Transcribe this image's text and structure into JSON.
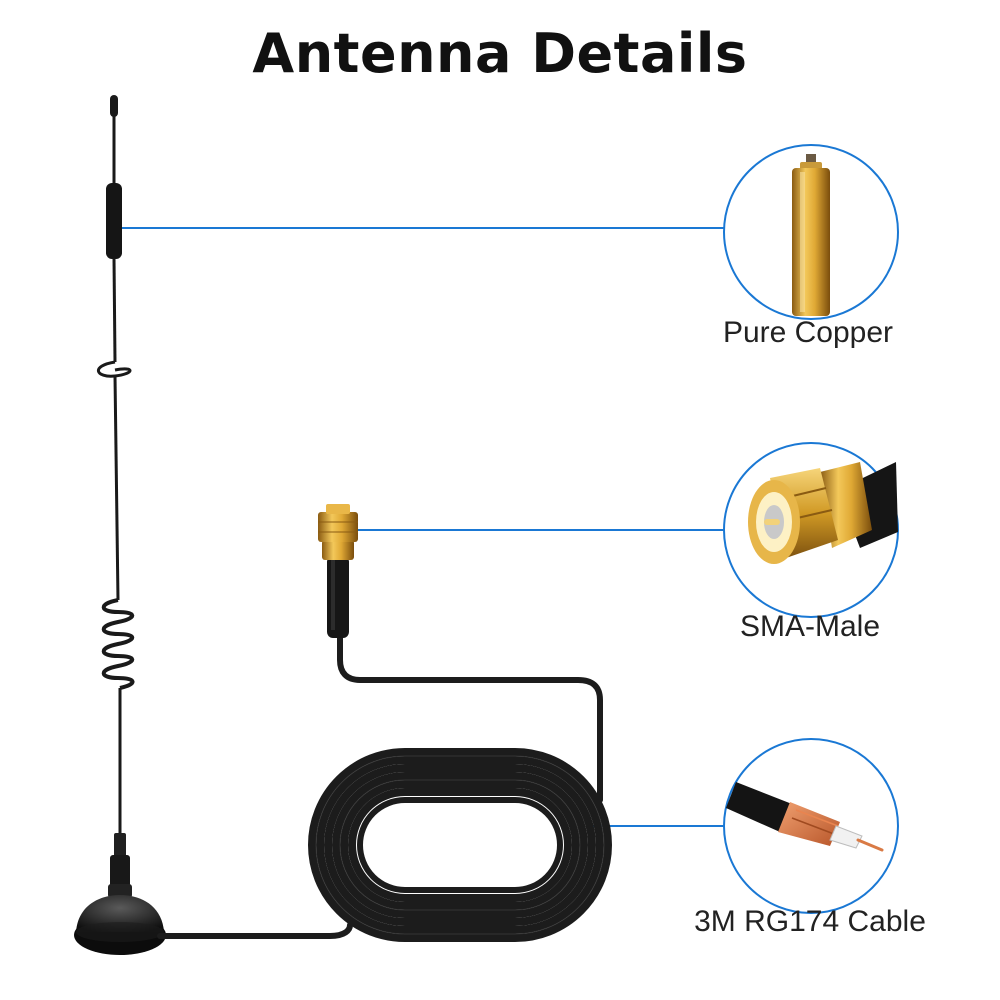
{
  "title": "Antenna Details",
  "callouts": [
    {
      "label": "Pure Copper",
      "icon": "copper-element-icon"
    },
    {
      "label": "SMA-Male",
      "icon": "sma-male-connector-icon"
    },
    {
      "label": "3M RG174 Cable",
      "icon": "rg174-cable-cross-section-icon"
    }
  ],
  "colors": {
    "accent_line": "#1a78d4",
    "circle_stroke": "#1a78d4",
    "cable": "#1c1c1c",
    "brass": "#d9a62e"
  }
}
